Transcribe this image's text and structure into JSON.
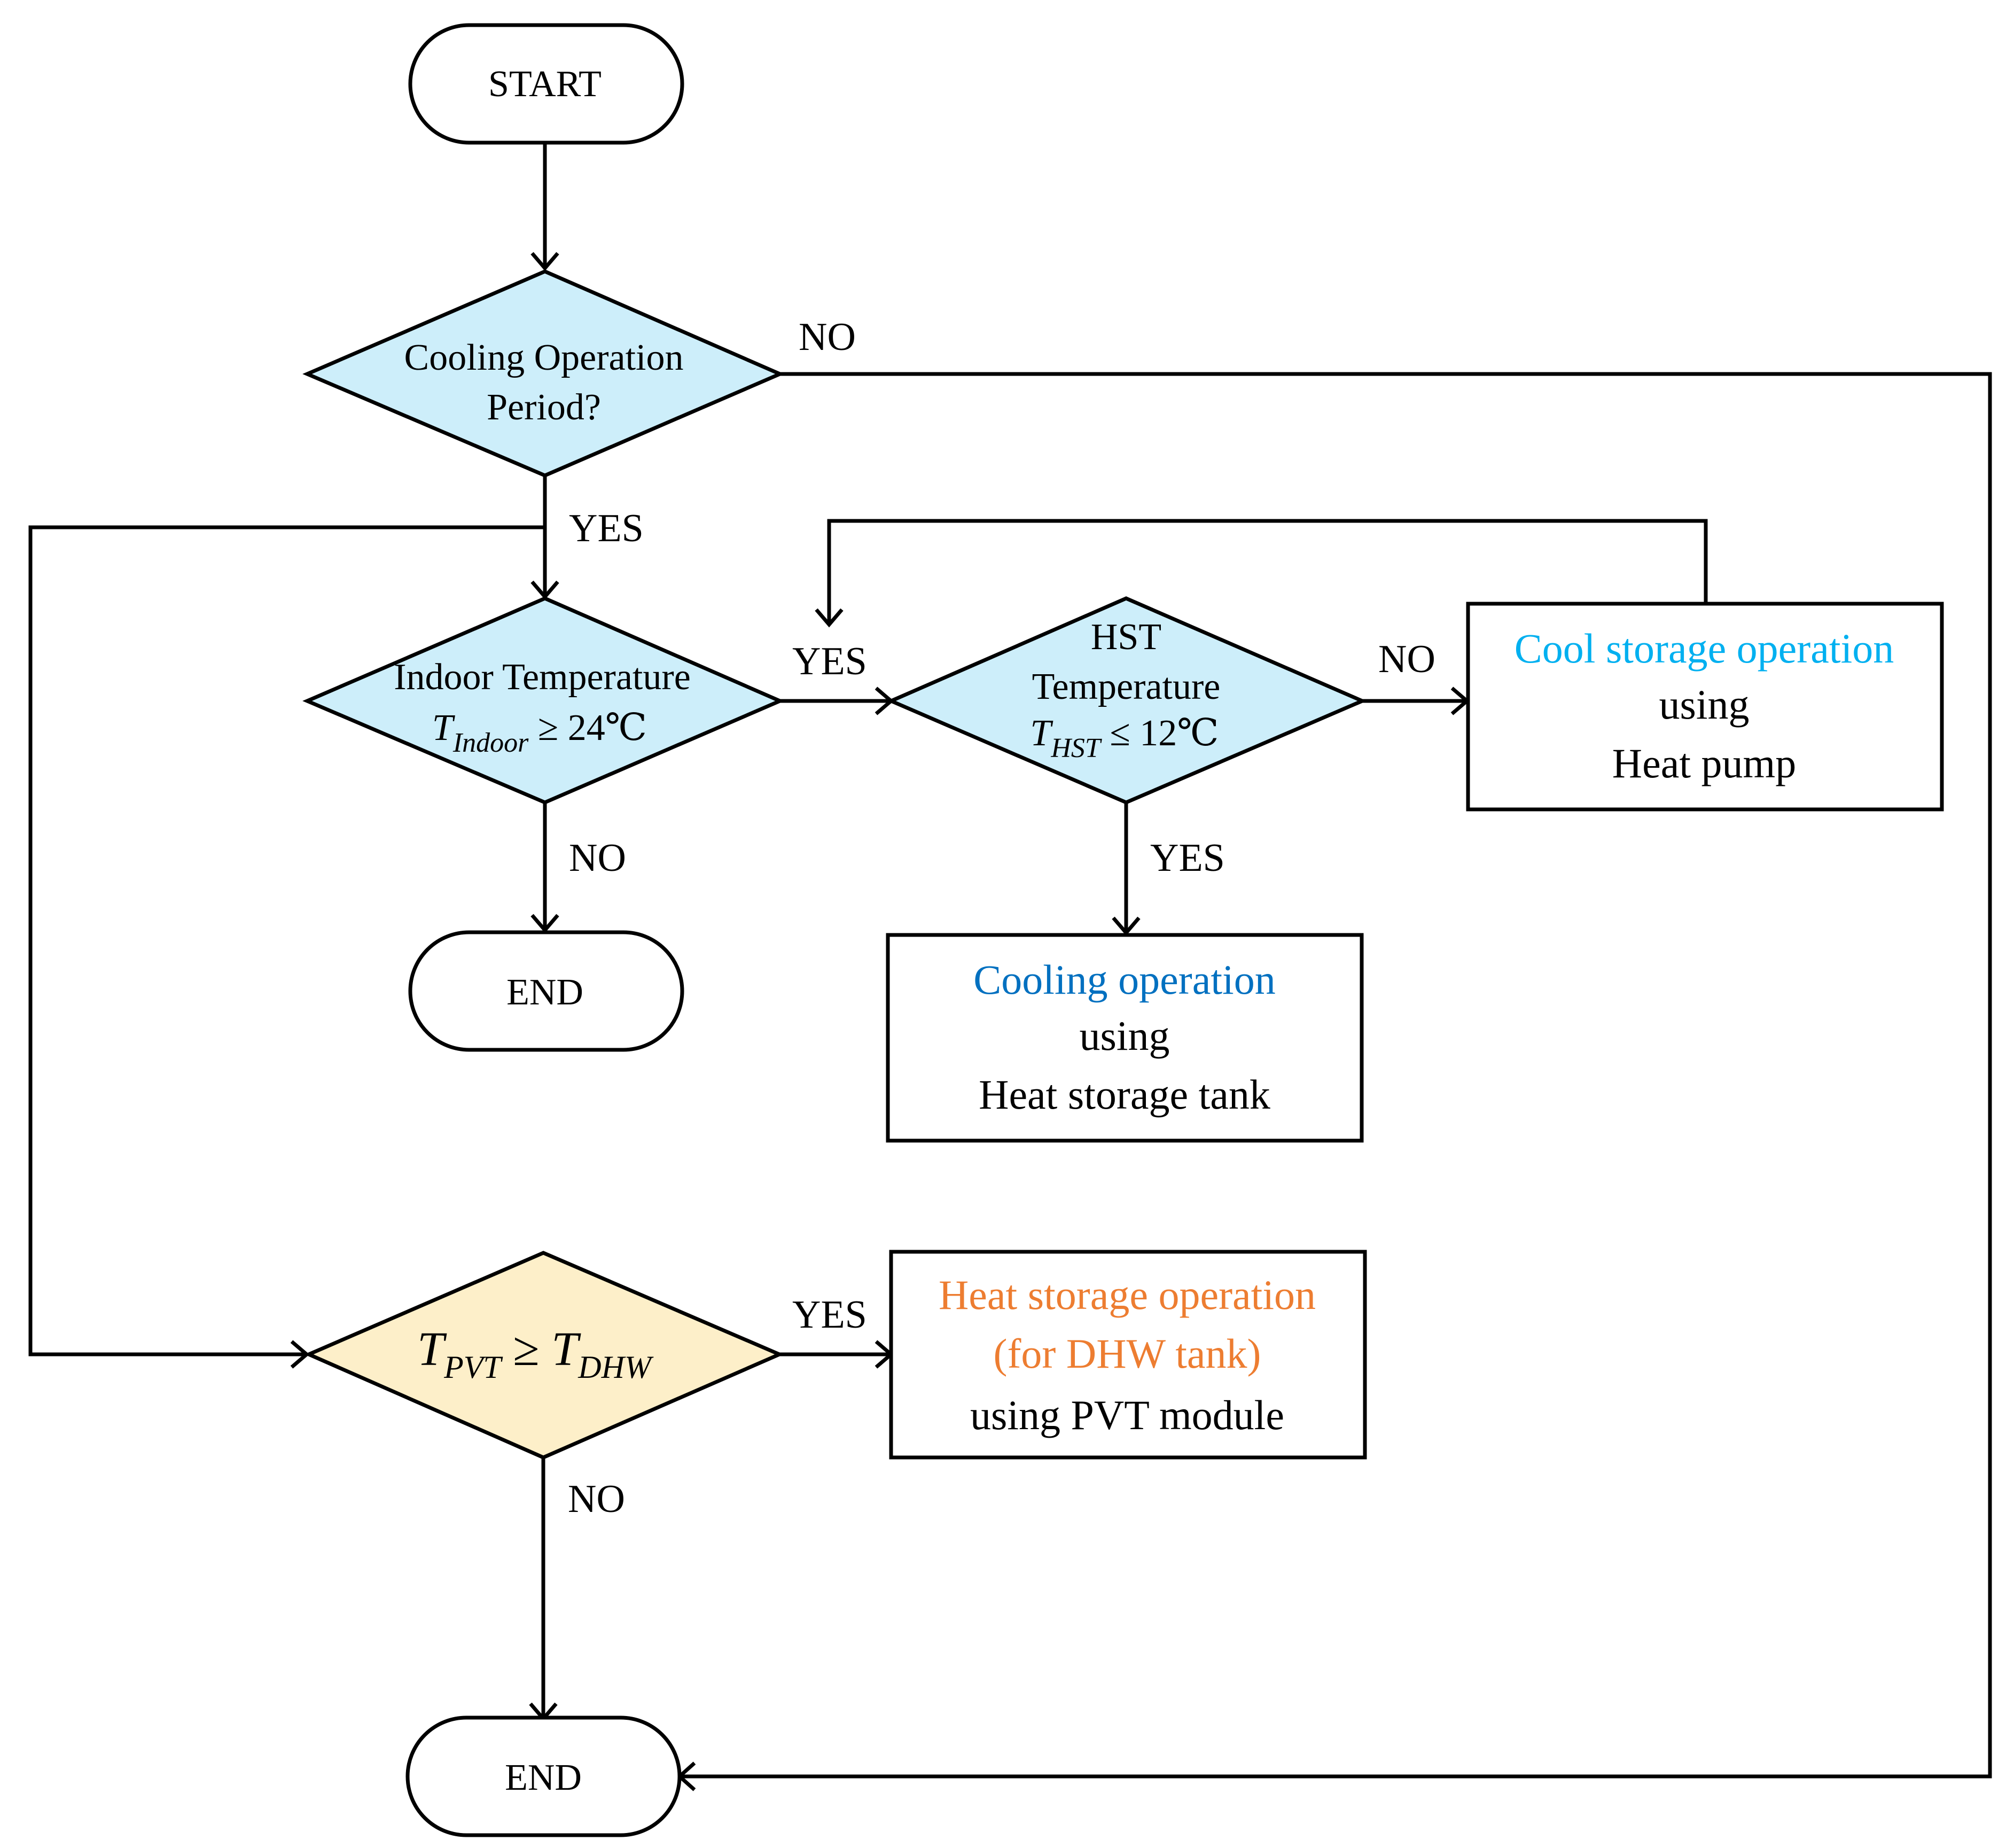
{
  "nodes": {
    "start": {
      "label": "START"
    },
    "cooling_period": {
      "line1": "Cooling Operation",
      "line2": "Period?"
    },
    "indoor_temp": {
      "line1": "Indoor Temperature",
      "var": "T",
      "sub": "Indoor",
      "rel": " ≥ 24℃"
    },
    "hst_temp": {
      "line1": "HST",
      "line2": "Temperature",
      "var": "T",
      "sub": "HST",
      "rel": " ≤ 12℃"
    },
    "end_1": {
      "label": "END"
    },
    "cool_storage": {
      "line1": "Cool storage operation",
      "line2": "using",
      "line3": "Heat pump"
    },
    "cooling_op": {
      "line1": "Cooling operation",
      "line2": "using",
      "line3": "Heat storage tank"
    },
    "pvt_compare": {
      "var1": "T",
      "sub1": "PVT",
      "rel": " ≥ ",
      "var2": "T",
      "sub2": "DHW"
    },
    "heat_storage": {
      "line1": "Heat storage operation",
      "line2": "(for DHW tank)",
      "line3": "using PVT module"
    },
    "end_2": {
      "label": "END"
    }
  },
  "edge_labels": {
    "cooling_no": "NO",
    "cooling_yes": "YES",
    "indoor_yes": "YES",
    "indoor_no": "NO",
    "hst_no": "NO",
    "hst_yes": "YES",
    "pvt_yes": "YES",
    "pvt_no": "NO"
  },
  "colors": {
    "decision_fill": "#cdeefa",
    "pvt_fill": "#fdefc9",
    "cool_storage_text": "#00b0f0",
    "cooling_op_text": "#0070c0",
    "heat_storage_text": "#ed7d31",
    "line": "#000000"
  }
}
